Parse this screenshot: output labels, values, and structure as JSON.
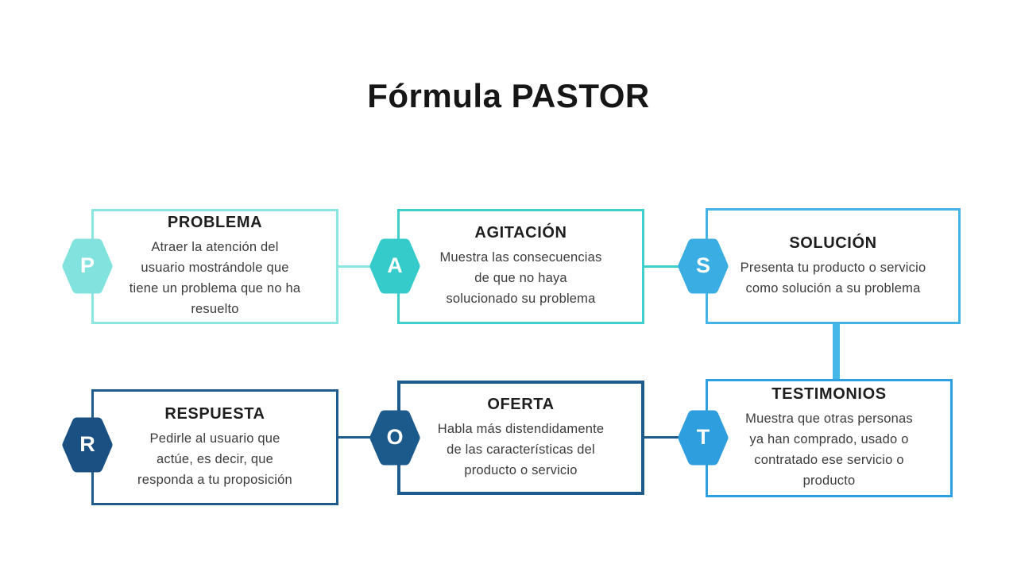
{
  "title": "Fórmula PASTOR",
  "background_color": "#ffffff",
  "boxes": [
    {
      "letter": "P",
      "heading": "PROBLEMA",
      "body": "Atraer la atención del\nusuario mostrándole que\ntiene un problema que no ha\nresuelto",
      "accent": "#82e3de",
      "border": "#8be5e0"
    },
    {
      "letter": "A",
      "heading": "AGITACIÓN",
      "body": "Muestra las consecuencias\nde que no haya\nsolucionado su problema",
      "accent": "#35cbca",
      "border": "#3fcfcd"
    },
    {
      "letter": "S",
      "heading": "SOLUCIÓN",
      "body": "Presenta tu producto o servicio\ncomo solución a su problema",
      "accent": "#3aaee3",
      "border": "#44b3e5"
    },
    {
      "letter": "R",
      "heading": "RESPUESTA",
      "body": "Pedirle al usuario que\nactúe, es decir, que\nresponda a tu proposición",
      "accent": "#1a5182",
      "border": "#1f5c8b"
    },
    {
      "letter": "O",
      "heading": "OFERTA",
      "body": "Habla más distendidamente\nde las características del\nproducto o servicio",
      "accent": "#1c5a8c",
      "border": "#1d5b8c"
    },
    {
      "letter": "T",
      "heading": "TESTIMONIOS",
      "body": "Muestra que otras personas\nya han comprado, usado o\ncontratado ese servicio o\nproducto",
      "accent": "#2f9ede",
      "border": "#2e9fdf"
    }
  ],
  "connectors": {
    "problema_agitacion": "#8be5e0",
    "agitacion_solucion": "#3fcfcd",
    "solucion_testimonios": "#45b7e9",
    "respuesta_oferta": "#1f5c8b",
    "oferta_testimonios": "#1d5b8c"
  }
}
